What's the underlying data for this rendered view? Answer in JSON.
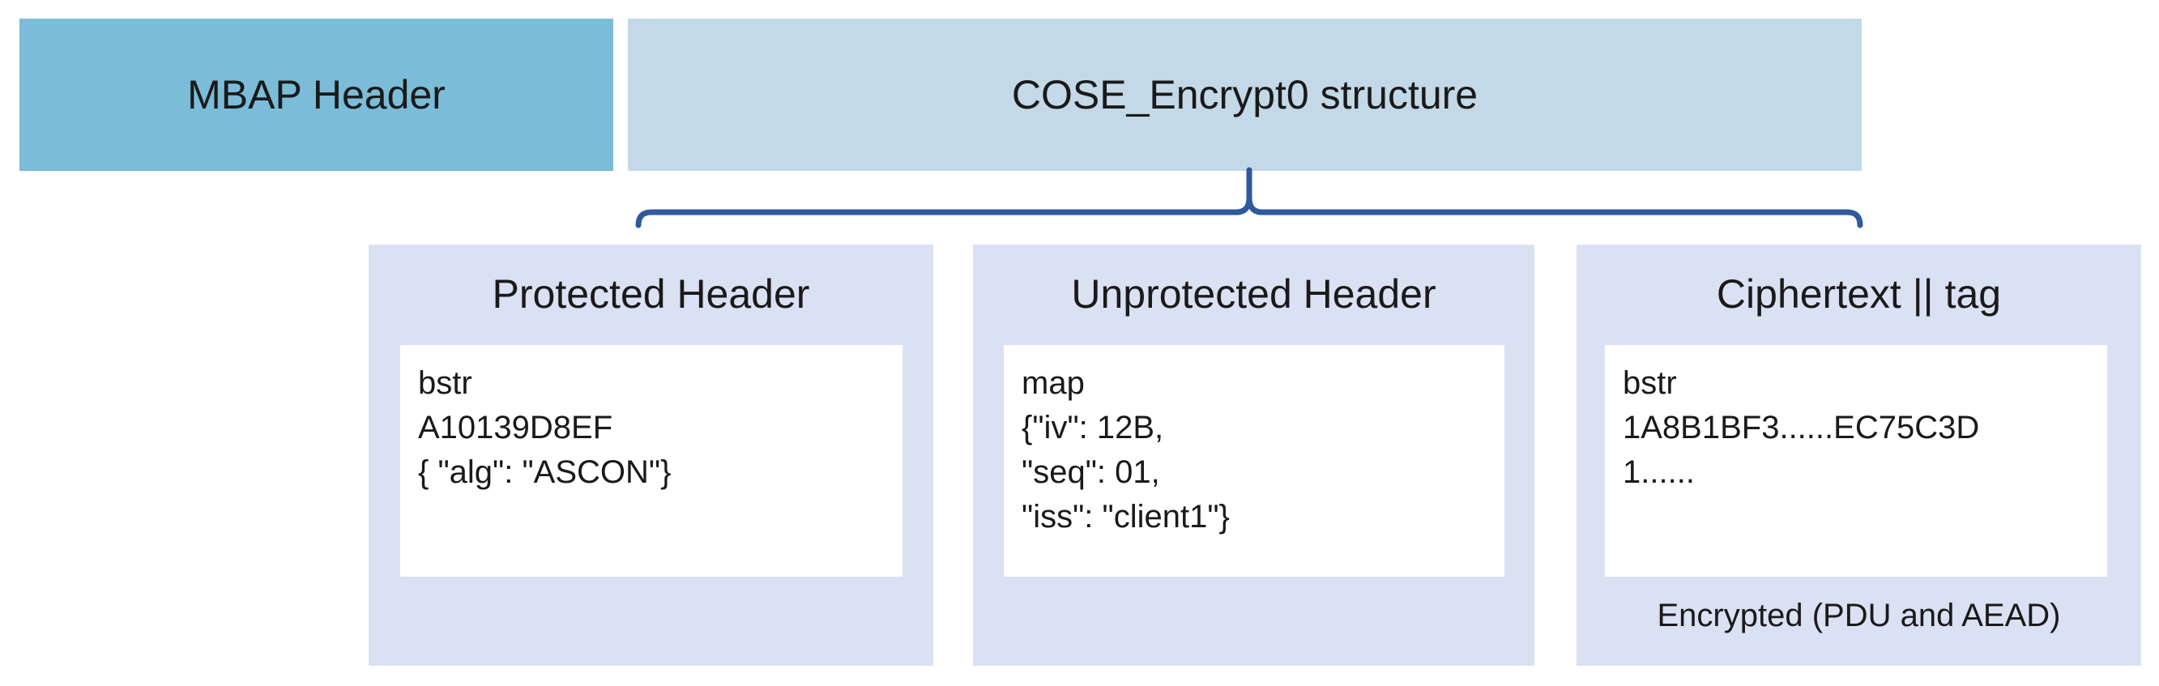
{
  "header": {
    "mbap_label": "MBAP Header",
    "cose_label": "COSE_Encrypt0 structure"
  },
  "panels": {
    "protected": {
      "title": "Protected Header",
      "lines": [
        "bstr",
        "A10139D8EF",
        "{ \"alg\": \"ASCON\"}"
      ]
    },
    "unprotected": {
      "title": "Unprotected Header",
      "lines": [
        "map",
        "{\"iv\": 12B,",
        "\"seq\": 01,",
        "\"iss\": \"client1\"}"
      ]
    },
    "ciphertext": {
      "title": "Ciphertext || tag",
      "lines": [
        "bstr",
        "1A8B1BF3......EC75C3D",
        "1......"
      ],
      "note": "Encrypted (PDU and AEAD)"
    }
  },
  "colors": {
    "mbap_fill": "#7bbcd8",
    "cose_fill": "#c3d9e7",
    "panel_fill": "#d9e1f3",
    "brace_stroke": "#2e5a9c"
  }
}
